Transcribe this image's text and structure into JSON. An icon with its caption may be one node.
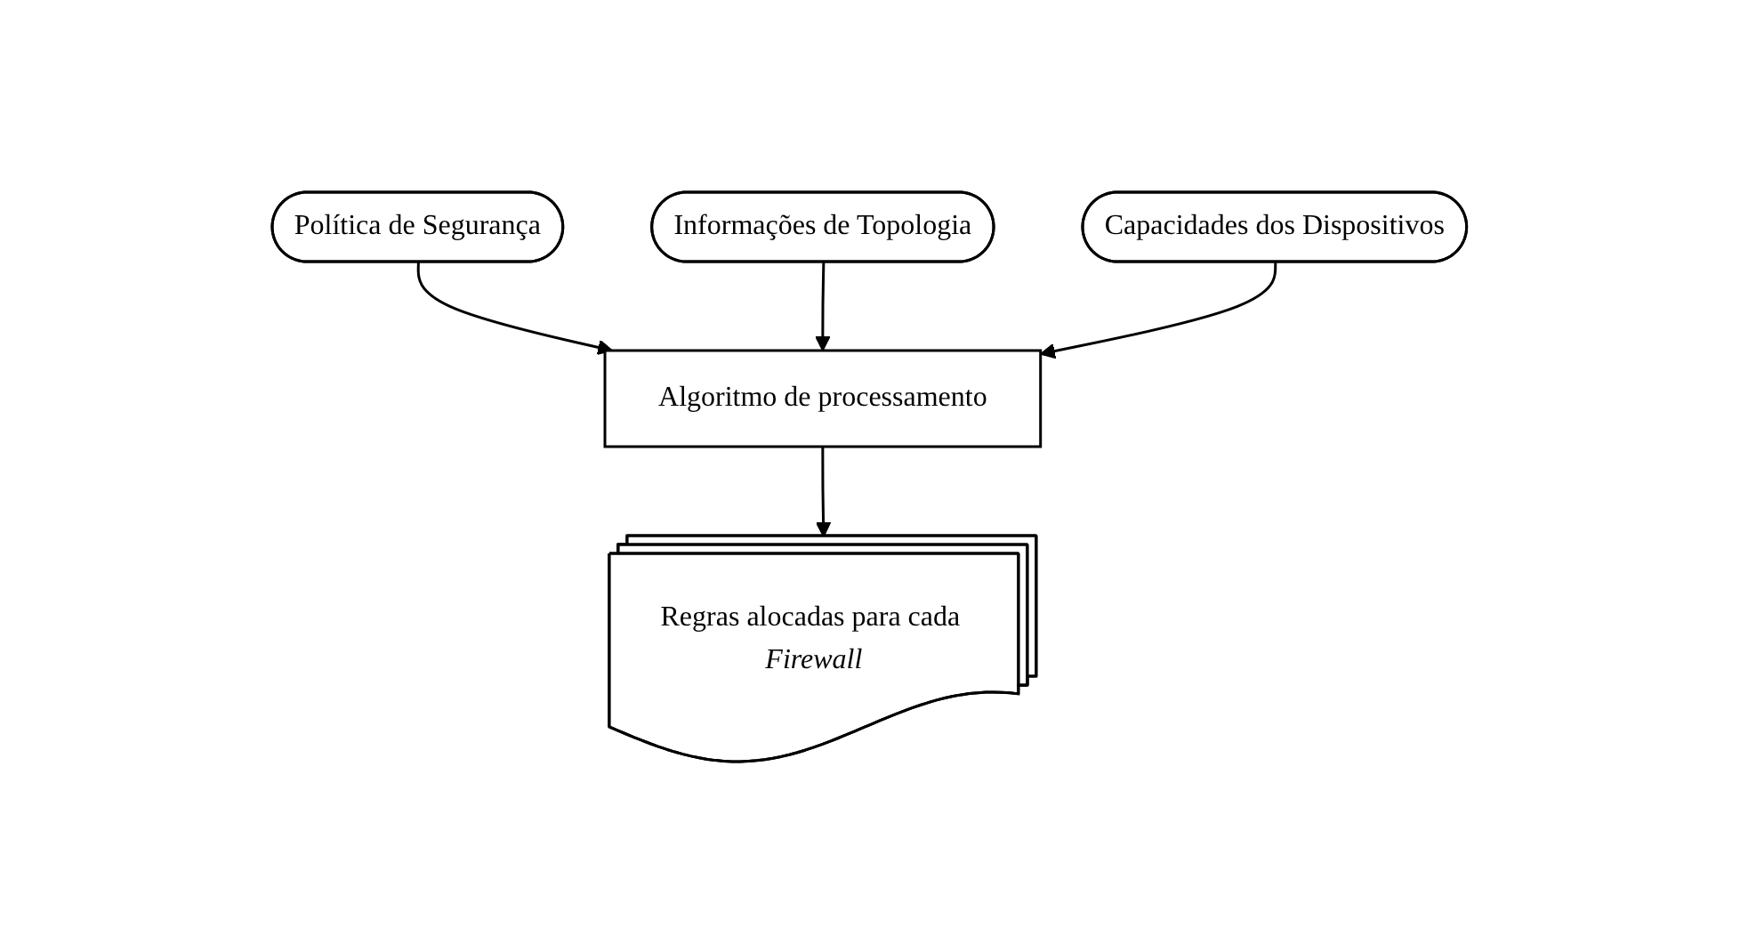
{
  "diagram": {
    "nodes": [
      {
        "text": [
          "Política de Segurança"
        ]
      },
      {
        "text": [
          "Informações de Topologia"
        ]
      },
      {
        "text": [
          "Algoritmo de processamento"
        ]
      },
      {
        "text": [
          "Capacidades dos Dispositivos"
        ]
      },
      {
        "text": [
          "Regras alocadas para cada *Firewall*"
        ]
      }
    ],
    "edges": [
      {
        "from": 0,
        "to": 2,
        "arrow": "to"
      },
      {
        "from": 1,
        "to": 2,
        "arrow": "to"
      },
      {
        "from": 3,
        "to": 2,
        "arrow": "to"
      },
      {
        "from": 2,
        "to": 4,
        "arrow": "to"
      }
    ]
  }
}
